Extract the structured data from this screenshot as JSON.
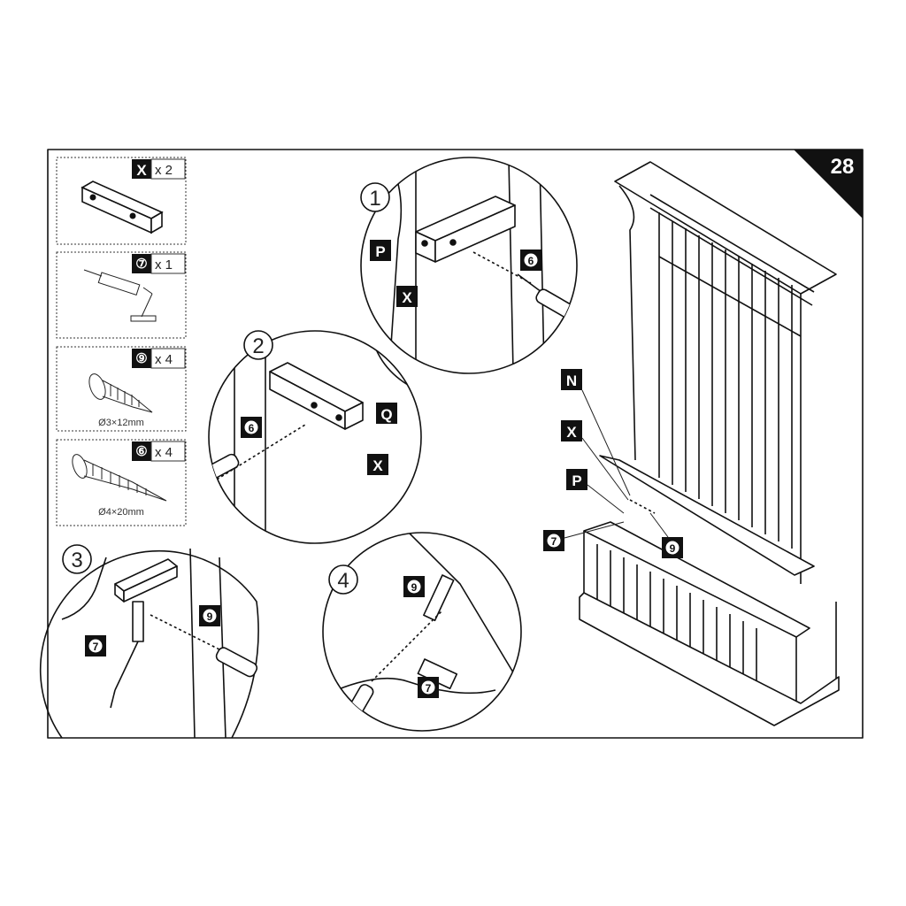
{
  "page_number": "28",
  "parts": [
    {
      "label": "X",
      "qty": "x 2",
      "size": ""
    },
    {
      "label": "⑦",
      "qty": "x 1",
      "size": ""
    },
    {
      "label": "⑨",
      "qty": "x 4",
      "size": "Ø3×12mm"
    },
    {
      "label": "⑥",
      "qty": "x 4",
      "size": "Ø4×20mm"
    }
  ],
  "steps": [
    {
      "number": "1",
      "labels": [
        "P",
        "X",
        "6"
      ]
    },
    {
      "number": "2",
      "labels": [
        "Q",
        "X",
        "6"
      ]
    },
    {
      "number": "3",
      "labels": [
        "9",
        "7"
      ]
    },
    {
      "number": "4",
      "labels": [
        "9",
        "7"
      ]
    }
  ],
  "overview": {
    "labels": [
      "N",
      "X",
      "P",
      "7",
      "9"
    ]
  }
}
